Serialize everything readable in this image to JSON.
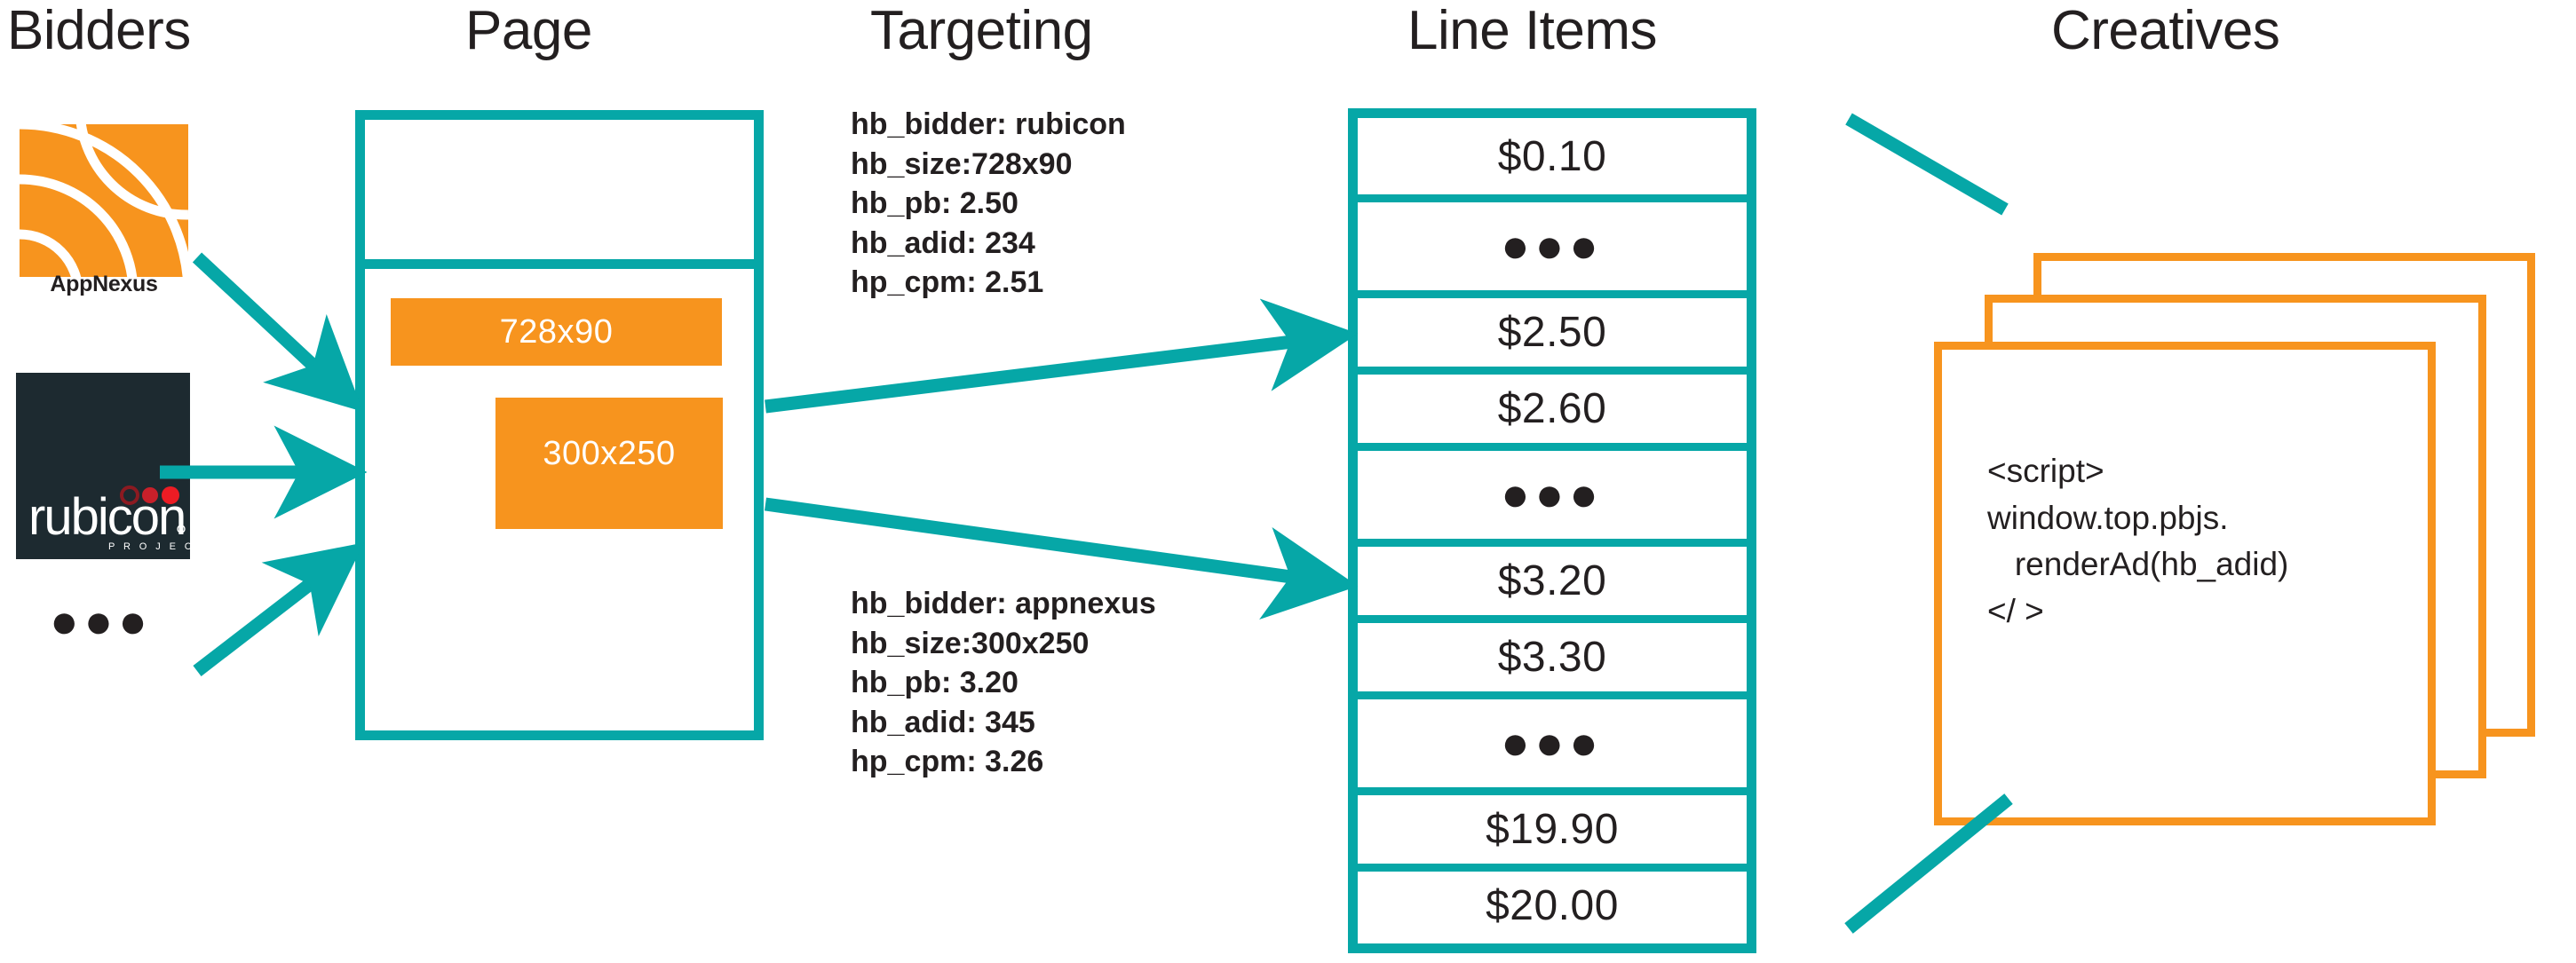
{
  "columns": {
    "bidders": "Bidders",
    "page": "Page",
    "targeting": "Targeting",
    "line_items": "Line Items",
    "creatives": "Creatives"
  },
  "colors": {
    "teal": "#06a7a7",
    "orange": "#f7941e",
    "ink": "#231f20",
    "rubicon_navy": "#1d2a30",
    "rubicon_red": "#ed1c24"
  },
  "bidders": {
    "items": [
      {
        "name": "appnexus",
        "label": "AppNexus"
      },
      {
        "name": "rubicon",
        "wordmark": "rubicon",
        "subtitle": "P R O J E C T"
      }
    ],
    "more_indicator": "●●●"
  },
  "page": {
    "ad_slots": [
      {
        "name": "leaderboard",
        "label": "728x90"
      },
      {
        "name": "mpu",
        "label": "300x250"
      }
    ]
  },
  "targeting": {
    "blocks": [
      {
        "name": "rubicon-targeting",
        "lines": [
          "hb_bidder: rubicon",
          "hb_size:728x90",
          "hb_pb: 2.50",
          "hb_adid: 234",
          "hp_cpm: 2.51"
        ]
      },
      {
        "name": "appnexus-targeting",
        "lines": [
          "hb_bidder: appnexus",
          "hb_size:300x250",
          "hb_pb: 3.20",
          "hb_adid: 345",
          "hp_cpm: 3.26"
        ]
      }
    ]
  },
  "line_items": {
    "rows": [
      {
        "type": "price",
        "label": "$0.10"
      },
      {
        "type": "dots",
        "label": "●●●"
      },
      {
        "type": "price",
        "label": "$2.50"
      },
      {
        "type": "price",
        "label": "$2.60"
      },
      {
        "type": "dots",
        "label": "●●●"
      },
      {
        "type": "price",
        "label": "$3.20"
      },
      {
        "type": "price",
        "label": "$3.30"
      },
      {
        "type": "dots",
        "label": "●●●"
      },
      {
        "type": "price",
        "label": "$19.90"
      },
      {
        "type": "price",
        "label": "$20.00"
      }
    ]
  },
  "creatives": {
    "card_count": 3,
    "code": "<script>\nwindow.top.pbjs.\n   renderAd(hb_adid)\n</ >"
  }
}
